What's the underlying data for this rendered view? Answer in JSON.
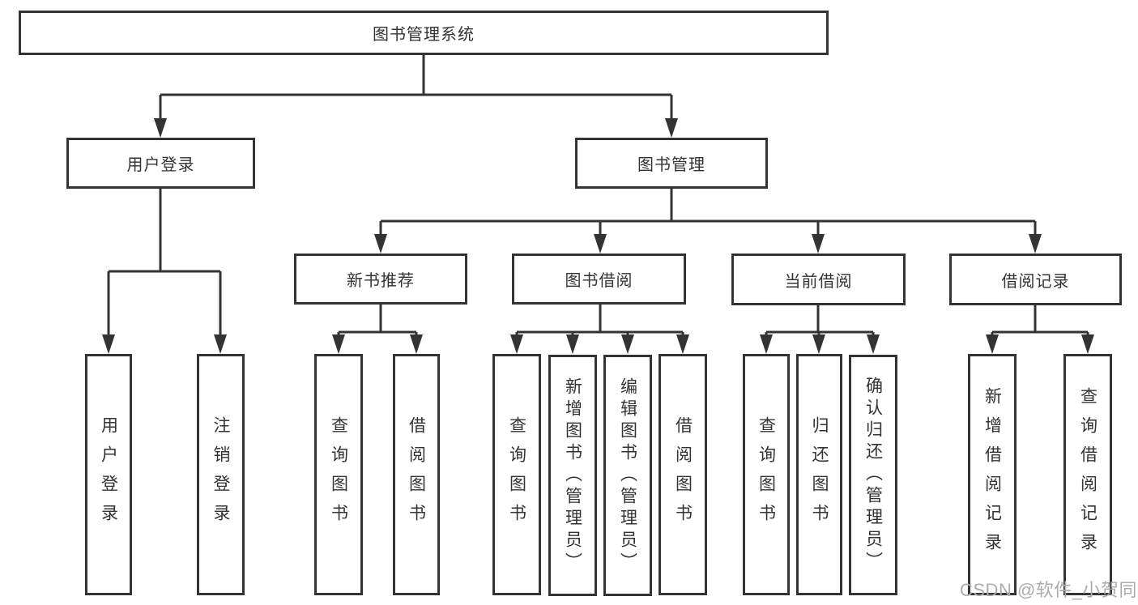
{
  "colors": {
    "line": "#333333",
    "box_border": "#333333",
    "text": "#333333",
    "background": "#ffffff",
    "watermark": "#acacac"
  },
  "nodes": {
    "root": {
      "label": "图书管理系统"
    },
    "userLogin": {
      "label": "用户登录",
      "children": {
        "login": {
          "label": "用户登录"
        },
        "logout": {
          "label": "注销登录"
        }
      }
    },
    "bookMgmt": {
      "label": "图书管理",
      "children": {
        "newBookRec": {
          "label": "新书推荐",
          "children": {
            "queryBook": {
              "label": "查询图书"
            },
            "borrowBook": {
              "label": "借阅图书"
            }
          }
        },
        "bookBorrow": {
          "label": "图书借阅",
          "children": {
            "queryBook": {
              "label": "查询图书"
            },
            "addBook": {
              "label": "新增图书（管理员）"
            },
            "editBook": {
              "label": "编辑图书（管理员）"
            },
            "borrowBook": {
              "label": "借阅图书"
            }
          }
        },
        "currentBorrow": {
          "label": "当前借阅",
          "children": {
            "queryBook": {
              "label": "查询图书"
            },
            "returnBook": {
              "label": "归还图书"
            },
            "confirmReturn": {
              "label": "确认归还（管理员）"
            }
          }
        },
        "borrowRecords": {
          "label": "借阅记录",
          "children": {
            "addRecord": {
              "label": "新增借阅记录"
            },
            "queryRecord": {
              "label": "查询借阅记录"
            }
          }
        }
      }
    }
  },
  "watermark": {
    "text": "CSDN @软件_小贺同学"
  }
}
